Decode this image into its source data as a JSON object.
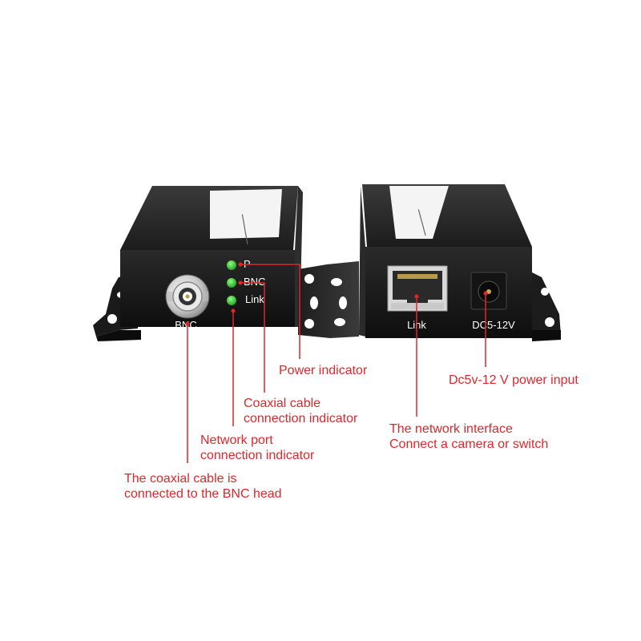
{
  "device_left": {
    "indicators": [
      "P",
      "BNC",
      "Link"
    ],
    "port_label": "BNC"
  },
  "device_right": {
    "port_label": "Link",
    "power_label": "DC5-12V"
  },
  "callouts": {
    "power_indicator": "Power indicator",
    "coax_indicator": [
      "Coaxial cable",
      "connection indicator"
    ],
    "network_indicator": [
      "Network port",
      "connection indicator"
    ],
    "coax_bnc": [
      "The coaxial cable is",
      "connected to the BNC head"
    ],
    "network_interface": [
      "The network interface",
      "Connect a camera or switch"
    ],
    "power_input": "Dc5v-12 V power input"
  },
  "colors": {
    "callout_red": "#e0262b",
    "led_green": "#2fc42f",
    "housing": "#1b1b1b"
  }
}
